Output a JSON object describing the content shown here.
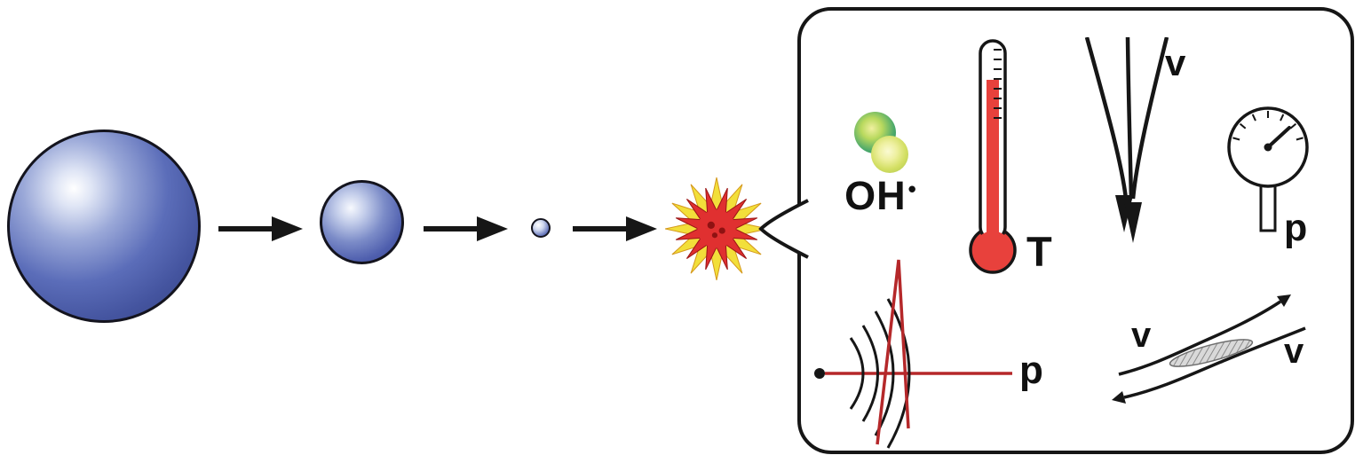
{
  "figure": {
    "name": "bubble-collapse-effects-diagram"
  },
  "labels": {
    "hydroxyl_radical": "OH",
    "radical_dot": "•",
    "temperature": "T",
    "jet_velocity": "v",
    "gauge_pressure": "p",
    "shock_pressure": "p",
    "shear_velocity_left": "v",
    "shear_velocity_right": "v"
  },
  "icons": {
    "bubble_large": "large-bubble-sphere",
    "bubble_medium": "medium-bubble-sphere",
    "bubble_small": "small-bubble-sphere",
    "arrow": "right-arrow",
    "burst": "collapse-starburst",
    "radicals": "radical-pair",
    "thermometer": "thermometer",
    "jet": "converging-jet-arrows",
    "gauge": "pressure-gauge",
    "shockwave": "shockwave-pulse",
    "shear": "shear-flow-streamlines"
  },
  "colors": {
    "bubble_blue": "#4a5cae",
    "bubble_highlight": "#eef2fb",
    "burst_red": "#e03030",
    "burst_yellow": "#f2df3a",
    "mercury_red": "#e8413c",
    "shock_red": "#b5282a",
    "radical_green": "#35a06b",
    "radical_yellow": "#d9e25c",
    "outline_black": "#161616"
  }
}
